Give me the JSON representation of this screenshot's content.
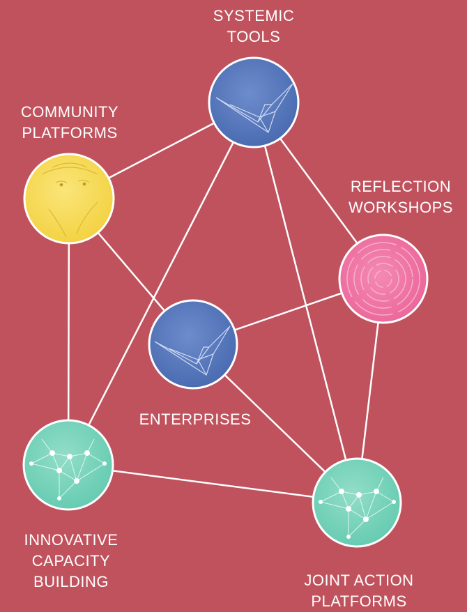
{
  "nodes": {
    "systemic_tools": {
      "line1": "SYSTEMIC",
      "line2": "TOOLS",
      "icon": "origami-crane-icon",
      "color": "#4f6fb3"
    },
    "community_platforms": {
      "line1": "COMMUNITY",
      "line2": "PLATFORMS",
      "icon": "faces-icon",
      "color": "#f4d64a"
    },
    "reflection_workshops": {
      "line1": "REFLECTION",
      "line2": "WORKSHOPS",
      "icon": "maze-icon",
      "color": "#ef6a9c"
    },
    "enterprises": {
      "line1": "ENTERPRISES",
      "icon": "origami-crane-icon",
      "color": "#4f6fb3"
    },
    "innovative_capacity_building": {
      "line1": "INNOVATIVE",
      "line2": "CAPACITY",
      "line3": "BUILDING",
      "icon": "network-icon",
      "color": "#6ccfb7"
    },
    "joint_action_platforms": {
      "line1": "JOINT ACTION",
      "line2": "PLATFORMS",
      "icon": "network-icon",
      "color": "#6ccfb7"
    }
  }
}
